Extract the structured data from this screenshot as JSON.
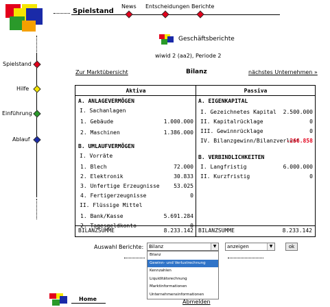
{
  "nav": {
    "active": "Spielstand",
    "items": [
      {
        "label": "News"
      },
      {
        "label": "Entscheidungen"
      },
      {
        "label": "Berichte"
      }
    ]
  },
  "side": {
    "items": [
      {
        "label": "Spielstand",
        "color": "#e3001b"
      },
      {
        "label": "Hilfe",
        "color": "#f5e600"
      },
      {
        "label": "Einführung",
        "color": "#2a9a2a"
      },
      {
        "label": "Ablauf",
        "color": "#1a2aa8"
      }
    ]
  },
  "section": {
    "title": "Geschäftsberichte",
    "subtitle": "wiwid 2 (aa2), Periode 2"
  },
  "links": {
    "back": "Zur Marktübersicht",
    "title": "Bilanz",
    "next": "nächstes Unternehmen »"
  },
  "aktiva": {
    "header": "Aktiva",
    "rows": [
      {
        "label": "A. ANLAGEVERMÖGEN",
        "value": "",
        "bold": true
      },
      {
        "label": "I. Sachanlagen",
        "value": ""
      },
      {
        "label": "1. Gebäude",
        "value": "1.000.000"
      },
      {
        "label": "2. Maschinen",
        "value": "1.386.000"
      },
      {
        "label": "B. UMLAUFVERMÖGEN",
        "value": "",
        "bold": true
      },
      {
        "label": "I. Vorräte",
        "value": ""
      },
      {
        "label": "1. Blech",
        "value": "72.000"
      },
      {
        "label": "2. Elektronik",
        "value": "30.833"
      },
      {
        "label": "3. Unfertige Erzeugnisse",
        "value": "53.025"
      },
      {
        "label": "4. Fertigerzeugnisse",
        "value": "0"
      },
      {
        "label": "II. Flüssige Mittel",
        "value": ""
      },
      {
        "label": "1. Bank/Kasse",
        "value": "5.691.284"
      },
      {
        "label": "2. Tagesgeldkonto",
        "value": "0"
      }
    ],
    "sum_label": "BILANZSUMME",
    "sum_value": "8.233.142"
  },
  "passiva": {
    "header": "Passiva",
    "rows": [
      {
        "label": "A. EIGENKAPITAL",
        "value": "",
        "bold": true
      },
      {
        "label": "I. Gezeichnetes Kapital",
        "value": "2.500.000"
      },
      {
        "label": "II. Kapitalrücklage",
        "value": "0"
      },
      {
        "label": "III. Gewinnrücklage",
        "value": "0"
      },
      {
        "label": "IV. Bilanzgewinn/Bilanzverlust",
        "value": "-266.858",
        "negative": true
      },
      {
        "label": "B. VERBINDLICHKEITEN",
        "value": "",
        "bold": true
      },
      {
        "label": "I. Langfristig",
        "value": "6.000.000"
      },
      {
        "label": "II. Kurzfristig",
        "value": "0"
      }
    ],
    "sum_label": "BILANZSUMME",
    "sum_value": "8.233.142"
  },
  "report": {
    "label": "Auswahl Berichte:",
    "selected": "Bilanz",
    "action": "anzeigen",
    "ok": "ok",
    "options": [
      "Bilanz",
      "Gewinn- und Verlustrechnung",
      "Kennzahlen",
      "Liquiditätsrechnung",
      "Marktinformationen",
      "Unternehmensinformationen"
    ],
    "highlighted_index": 1
  },
  "footer": {
    "home": "Home",
    "logout": "Abmelden"
  }
}
